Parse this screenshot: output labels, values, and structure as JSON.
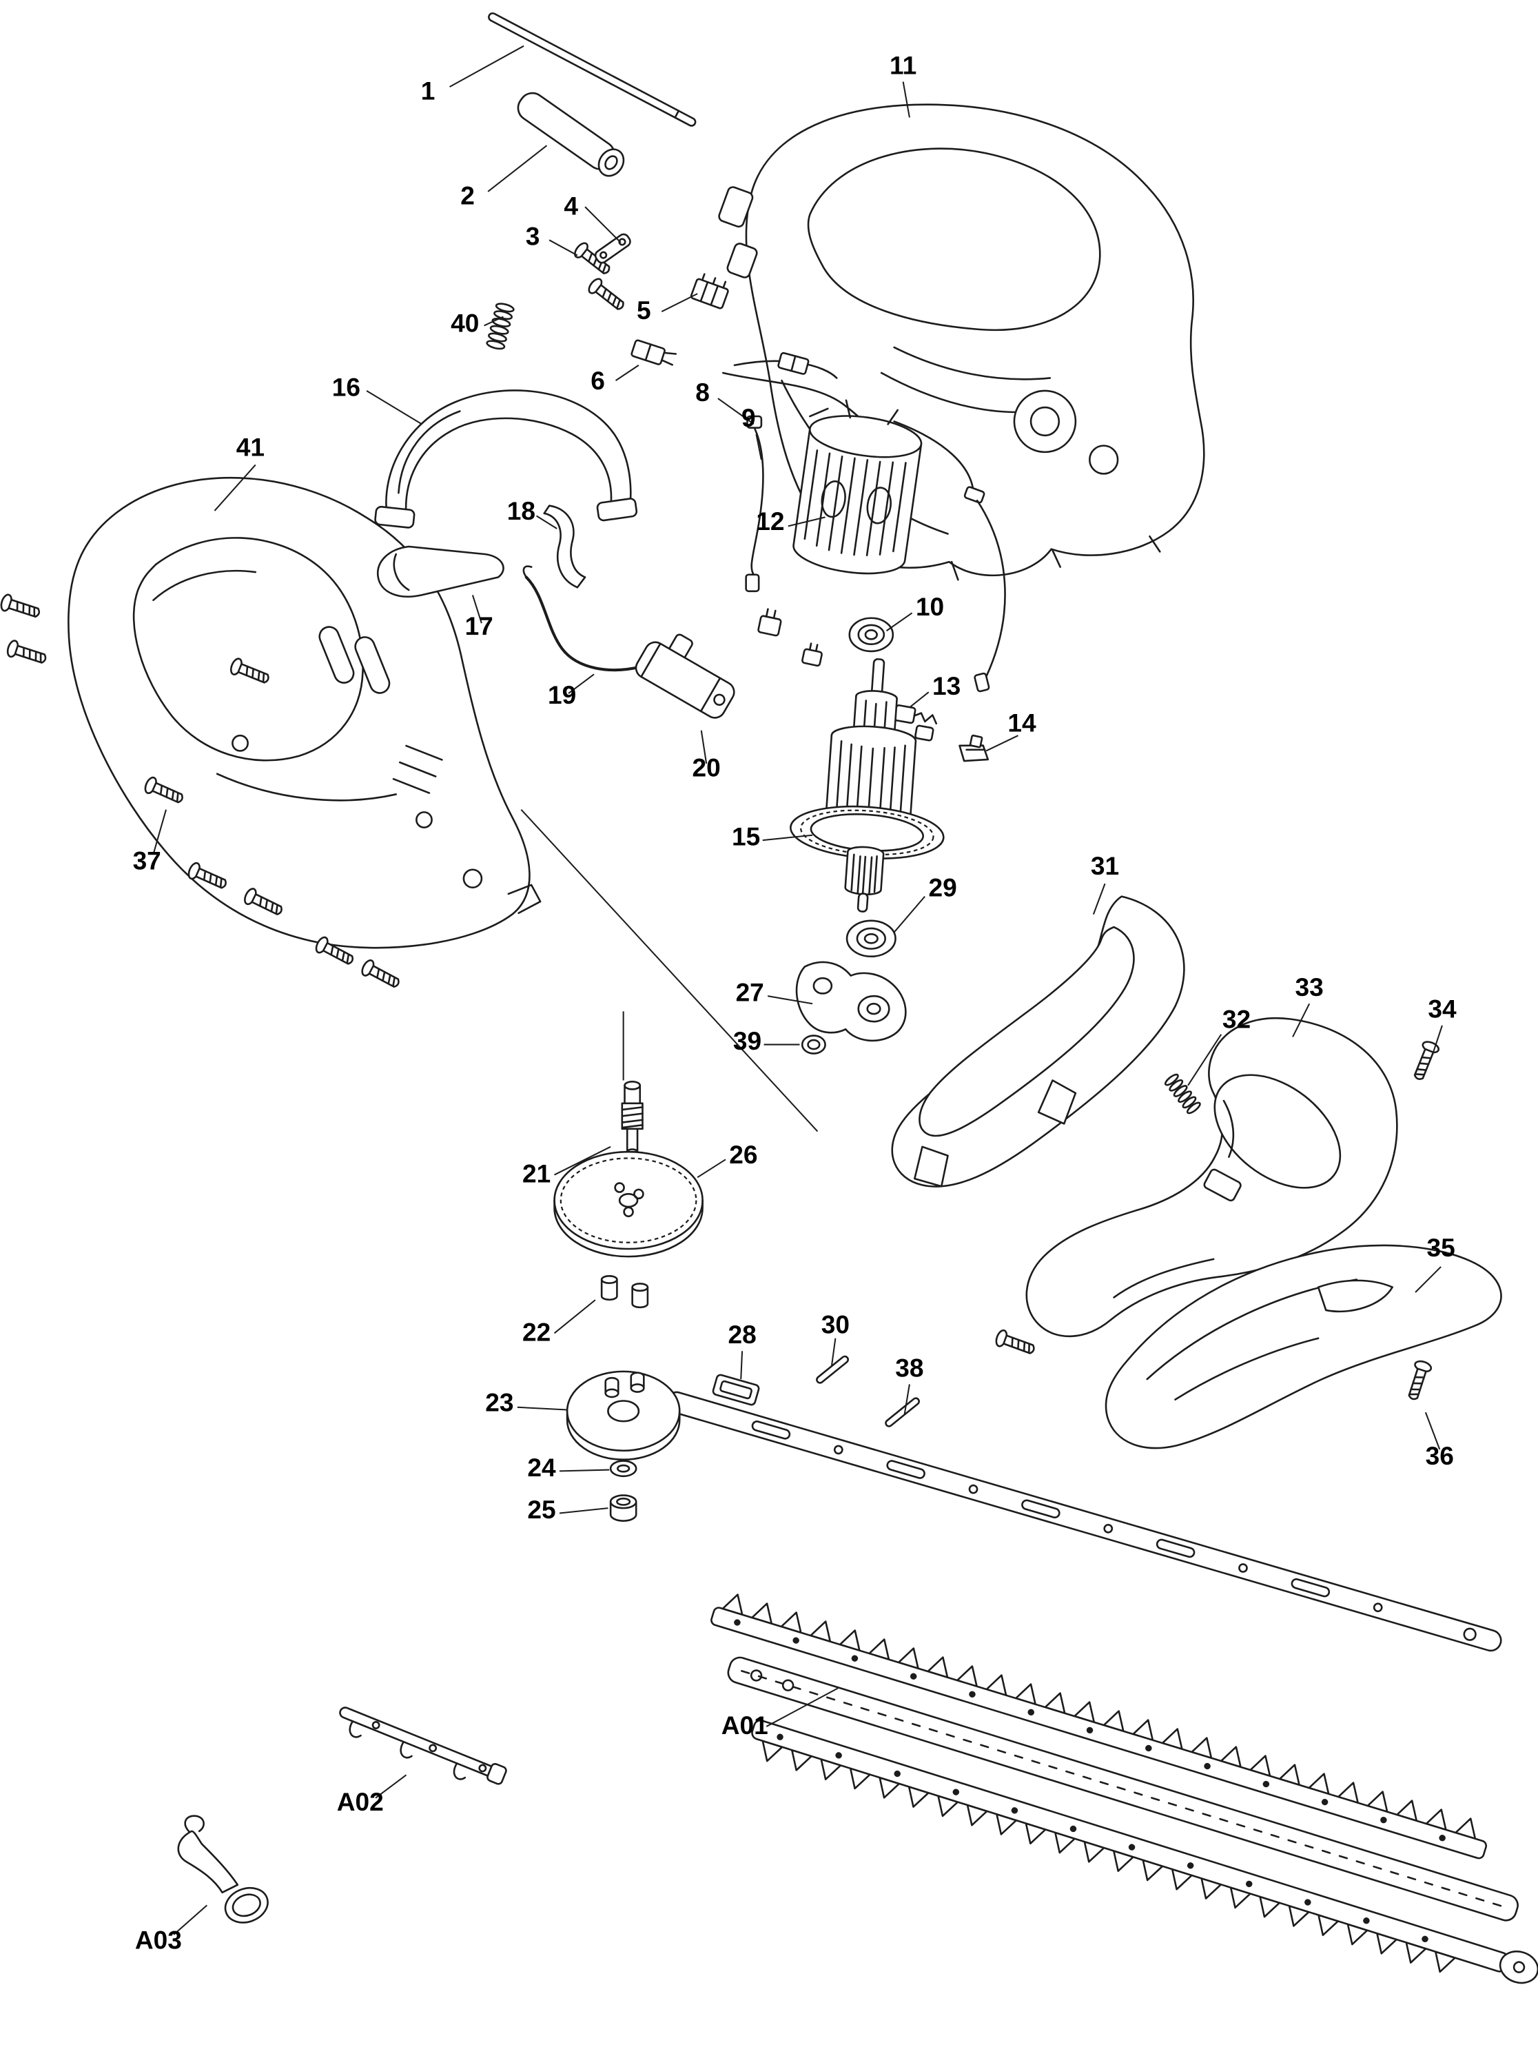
{
  "diagram": {
    "kind": "exploded-parts-diagram",
    "subject": "hedge-trimmer",
    "background_color": "#ffffff",
    "line_color": "#1c1c1c",
    "label_color": "#000000"
  },
  "labels": {
    "p1": {
      "text": "1"
    },
    "p2": {
      "text": "2"
    },
    "p3": {
      "text": "3"
    },
    "p4": {
      "text": "4"
    },
    "p5": {
      "text": "5"
    },
    "p6": {
      "text": "6"
    },
    "p8": {
      "text": "8"
    },
    "p9": {
      "text": "9"
    },
    "p10": {
      "text": "10"
    },
    "p11": {
      "text": "11"
    },
    "p12": {
      "text": "12"
    },
    "p13": {
      "text": "13"
    },
    "p14": {
      "text": "14"
    },
    "p15": {
      "text": "15"
    },
    "p16": {
      "text": "16"
    },
    "p17": {
      "text": "17"
    },
    "p18": {
      "text": "18"
    },
    "p19": {
      "text": "19"
    },
    "p20": {
      "text": "20"
    },
    "p21": {
      "text": "21"
    },
    "p22": {
      "text": "22"
    },
    "p23": {
      "text": "23"
    },
    "p24": {
      "text": "24"
    },
    "p25": {
      "text": "25"
    },
    "p26": {
      "text": "26"
    },
    "p27": {
      "text": "27"
    },
    "p28": {
      "text": "28"
    },
    "p29": {
      "text": "29"
    },
    "p30": {
      "text": "30"
    },
    "p31": {
      "text": "31"
    },
    "p32": {
      "text": "32"
    },
    "p33": {
      "text": "33"
    },
    "p34": {
      "text": "34"
    },
    "p35": {
      "text": "35"
    },
    "p36": {
      "text": "36"
    },
    "p37": {
      "text": "37"
    },
    "p38": {
      "text": "38"
    },
    "p39": {
      "text": "39"
    },
    "p40": {
      "text": "40"
    },
    "p41": {
      "text": "41"
    },
    "pA01": {
      "text": "A01"
    },
    "pA02": {
      "text": "A02"
    },
    "pA03": {
      "text": "A03"
    }
  }
}
